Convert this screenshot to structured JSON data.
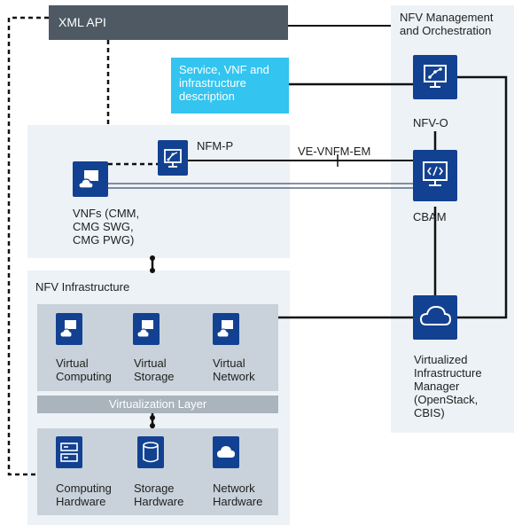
{
  "xml_api": {
    "label": "XML API"
  },
  "nfv_mano": {
    "title_line1": "NFV Management",
    "title_line2": "and Orchestration",
    "nfvo_label": "NFV-O",
    "cbam_label": "CBAM",
    "vim_line1": "Virtualized",
    "vim_line2": "Infrastructure",
    "vim_line3": "Manager",
    "vim_line4": "(OpenStack,",
    "vim_line5": "CBIS)"
  },
  "service_box": {
    "line1": "Service, VNF and",
    "line2": "infrastructure",
    "line3": "description"
  },
  "vnf_area": {
    "nfmp_label": "NFM-P",
    "interface_label": "VE-VNFM-EM",
    "vnfs_line1": "VNFs (CMM,",
    "vnfs_line2": "CMG SWG,",
    "vnfs_line3": "CMG PWG)"
  },
  "nfvi": {
    "title": "NFV Infrastructure",
    "virtual": [
      {
        "line1": "Virtual",
        "line2": "Computing"
      },
      {
        "line1": "Virtual",
        "line2": "Storage"
      },
      {
        "line1": "Virtual",
        "line2": "Network"
      }
    ],
    "virtualization_layer": "Virtualization Layer",
    "hardware": [
      {
        "line1": "Computing",
        "line2": "Hardware"
      },
      {
        "line1": "Storage",
        "line2": "Hardware"
      },
      {
        "line1": "Network",
        "line2": "Hardware"
      }
    ]
  },
  "colors": {
    "icon_blue": "#124191",
    "xml_api_bg": "#4e5963",
    "service_bg": "#33c4f0",
    "panel_bg": "#edf2f6",
    "group_bg": "#c9d2da"
  },
  "icons": [
    "vnf-screen-cloud-icon",
    "nfm-p-screen-icon",
    "nfv-o-workflow-icon",
    "cbam-code-icon",
    "cloud-icon",
    "server-icon",
    "database-icon"
  ]
}
